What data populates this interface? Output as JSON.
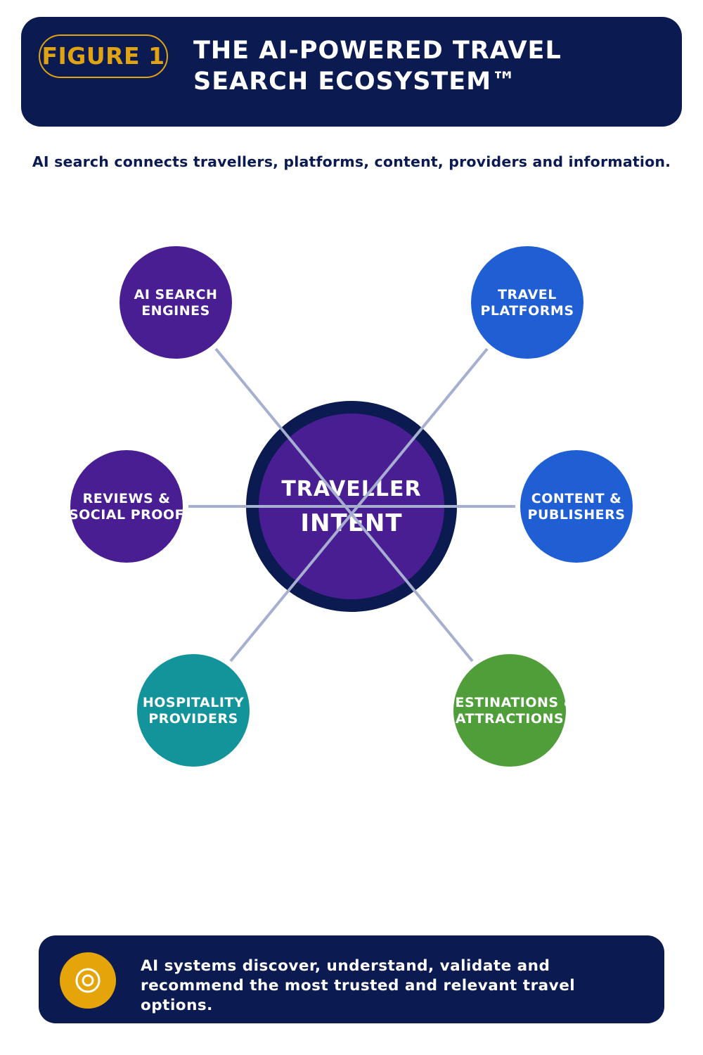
{
  "header": {
    "badge": "FIGURE 1",
    "title": "THE AI-POWERED TRAVEL SEARCH ECOSYSTEM™"
  },
  "subtitle": "AI search connects travellers, platforms, content, providers and information.",
  "center": {
    "line1": "TRAVELLER",
    "line2": "INTENT"
  },
  "nodes": [
    {
      "id": "ai-search-engines",
      "lines": [
        "AI SEARCH",
        "ENGINES"
      ],
      "color": "#4a1e93"
    },
    {
      "id": "travel-platforms",
      "lines": [
        "TRAVEL",
        "PLATFORMS"
      ],
      "color": "#1f5fd3"
    },
    {
      "id": "reviews-social-proof",
      "lines": [
        "REVIEWS &",
        "SOCIAL PROOF"
      ],
      "color": "#4a1e93"
    },
    {
      "id": "content-publishers",
      "lines": [
        "CONTENT &",
        "PUBLISHERS"
      ],
      "color": "#1f5fd3"
    },
    {
      "id": "hospitality-providers",
      "lines": [
        "HOSPITALITY",
        "PROVIDERS"
      ],
      "color": "#12949a"
    },
    {
      "id": "destinations-attractions",
      "lines": [
        "DESTINATIONS &",
        "ATTRACTIONS"
      ],
      "color": "#4f9e3a"
    }
  ],
  "footer": {
    "text": "AI systems discover, understand, validate and recommend the most trusted and relevant travel options.",
    "icon": "target-icon"
  },
  "colors": {
    "navy": "#0b1b52",
    "gold": "#e0a412",
    "purple": "#4a1e93",
    "connector": "#a6afd0"
  }
}
